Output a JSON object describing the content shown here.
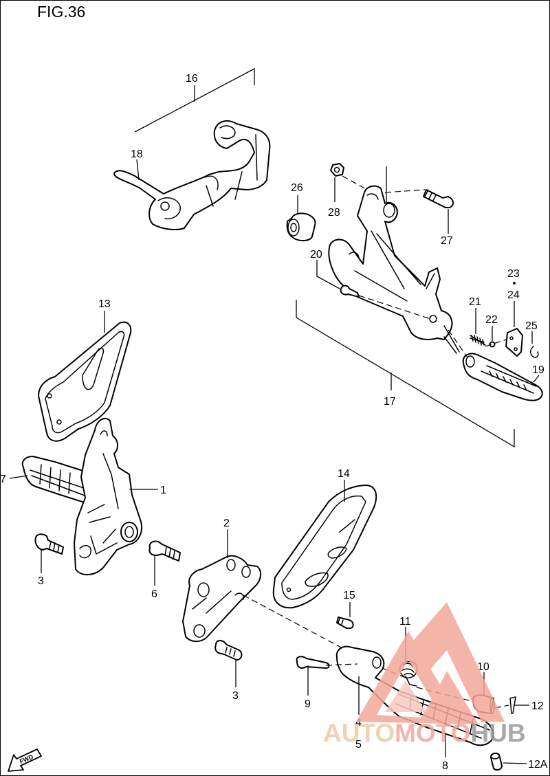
{
  "figure": {
    "title": "FIG.36"
  },
  "callouts": {
    "c1": "1",
    "c2": "2",
    "c3a": "3",
    "c3b": "3",
    "c4": "4",
    "c5": "5",
    "c6": "6",
    "c7": "7",
    "c8": "8",
    "c9": "9",
    "c10": "10",
    "c11": "11",
    "c12": "12",
    "c12a": "12A",
    "c13": "13",
    "c14": "14",
    "c15": "15",
    "c16": "16",
    "c17": "17",
    "c18": "18",
    "c19": "19",
    "c20": "20",
    "c21": "21",
    "c22": "22",
    "c23": "23",
    "c24": "24",
    "c25": "25",
    "c26": "26",
    "c27": "27",
    "c28": "28"
  },
  "fwd_arrow": {
    "label": "FWD",
    "icon": "fwd-arrow-icon"
  },
  "watermark": {
    "part1": "AUTO",
    "part2": "MOTO",
    "part3": "HUB",
    "color_primary": "#f4a79a",
    "color_secondary": "#f0c9a0",
    "icon": "triangle-logo-icon"
  }
}
